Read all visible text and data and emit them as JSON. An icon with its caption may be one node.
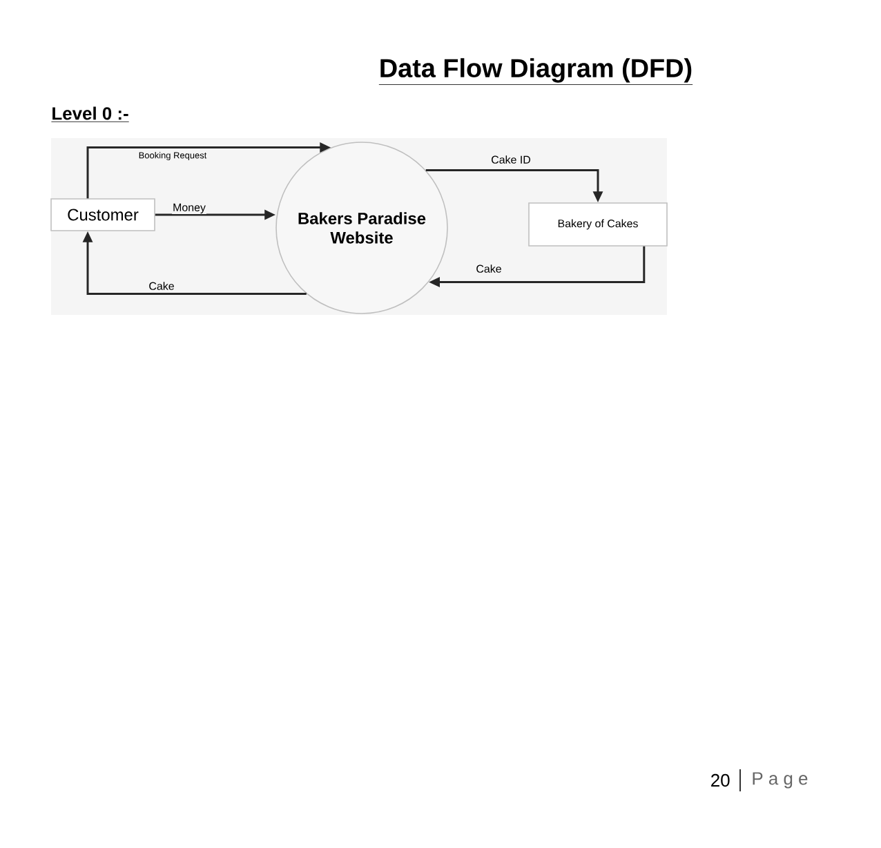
{
  "diagram": {
    "title": "Data Flow Diagram (DFD)",
    "nodes": [
      {
        "text": [
          "Customer"
        ]
      },
      {
        "text": [
          "Bakers Paradise Website"
        ]
      },
      {
        "text": [
          "Bakery of Cakes"
        ]
      }
    ],
    "edges": [
      {
        "from": 0,
        "to": 1,
        "arrow": "to",
        "label": "Booking Request"
      },
      {
        "from": 0,
        "to": 1,
        "arrow": "to",
        "label": "Money"
      },
      {
        "from": 1,
        "to": 2,
        "arrow": "to",
        "label": "Cake ID"
      },
      {
        "from": 2,
        "to": 1,
        "arrow": "to",
        "label": "Cake"
      },
      {
        "from": 1,
        "to": 0,
        "arrow": "to",
        "label": "Cake"
      }
    ],
    "labels": [
      "Level 0 :-",
      "20",
      "P a g e"
    ]
  }
}
